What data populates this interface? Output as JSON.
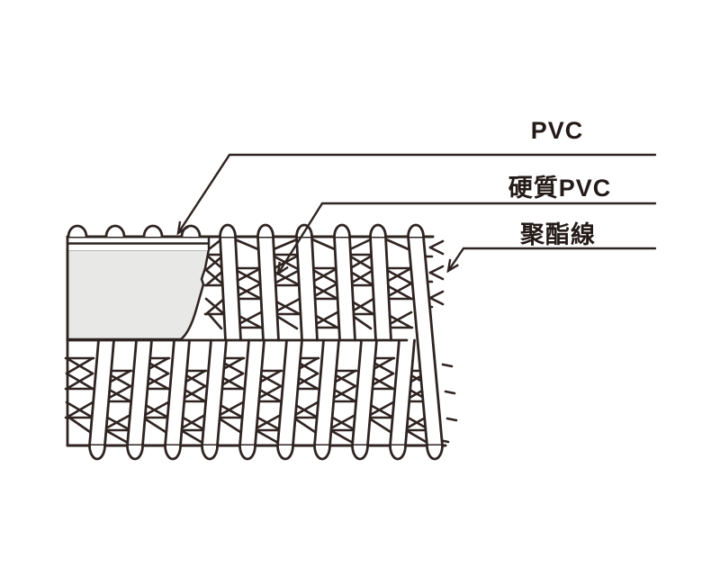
{
  "diagram": {
    "labels": [
      {
        "id": "pvc",
        "text": "PVC"
      },
      {
        "id": "rigid-pvc",
        "text": "硬質PVC"
      },
      {
        "id": "polyester-thread",
        "text": "聚酯線"
      }
    ],
    "colors": {
      "line": "#2f2421",
      "layer_fill": "#e8e8e6",
      "background": "#ffffff"
    }
  }
}
